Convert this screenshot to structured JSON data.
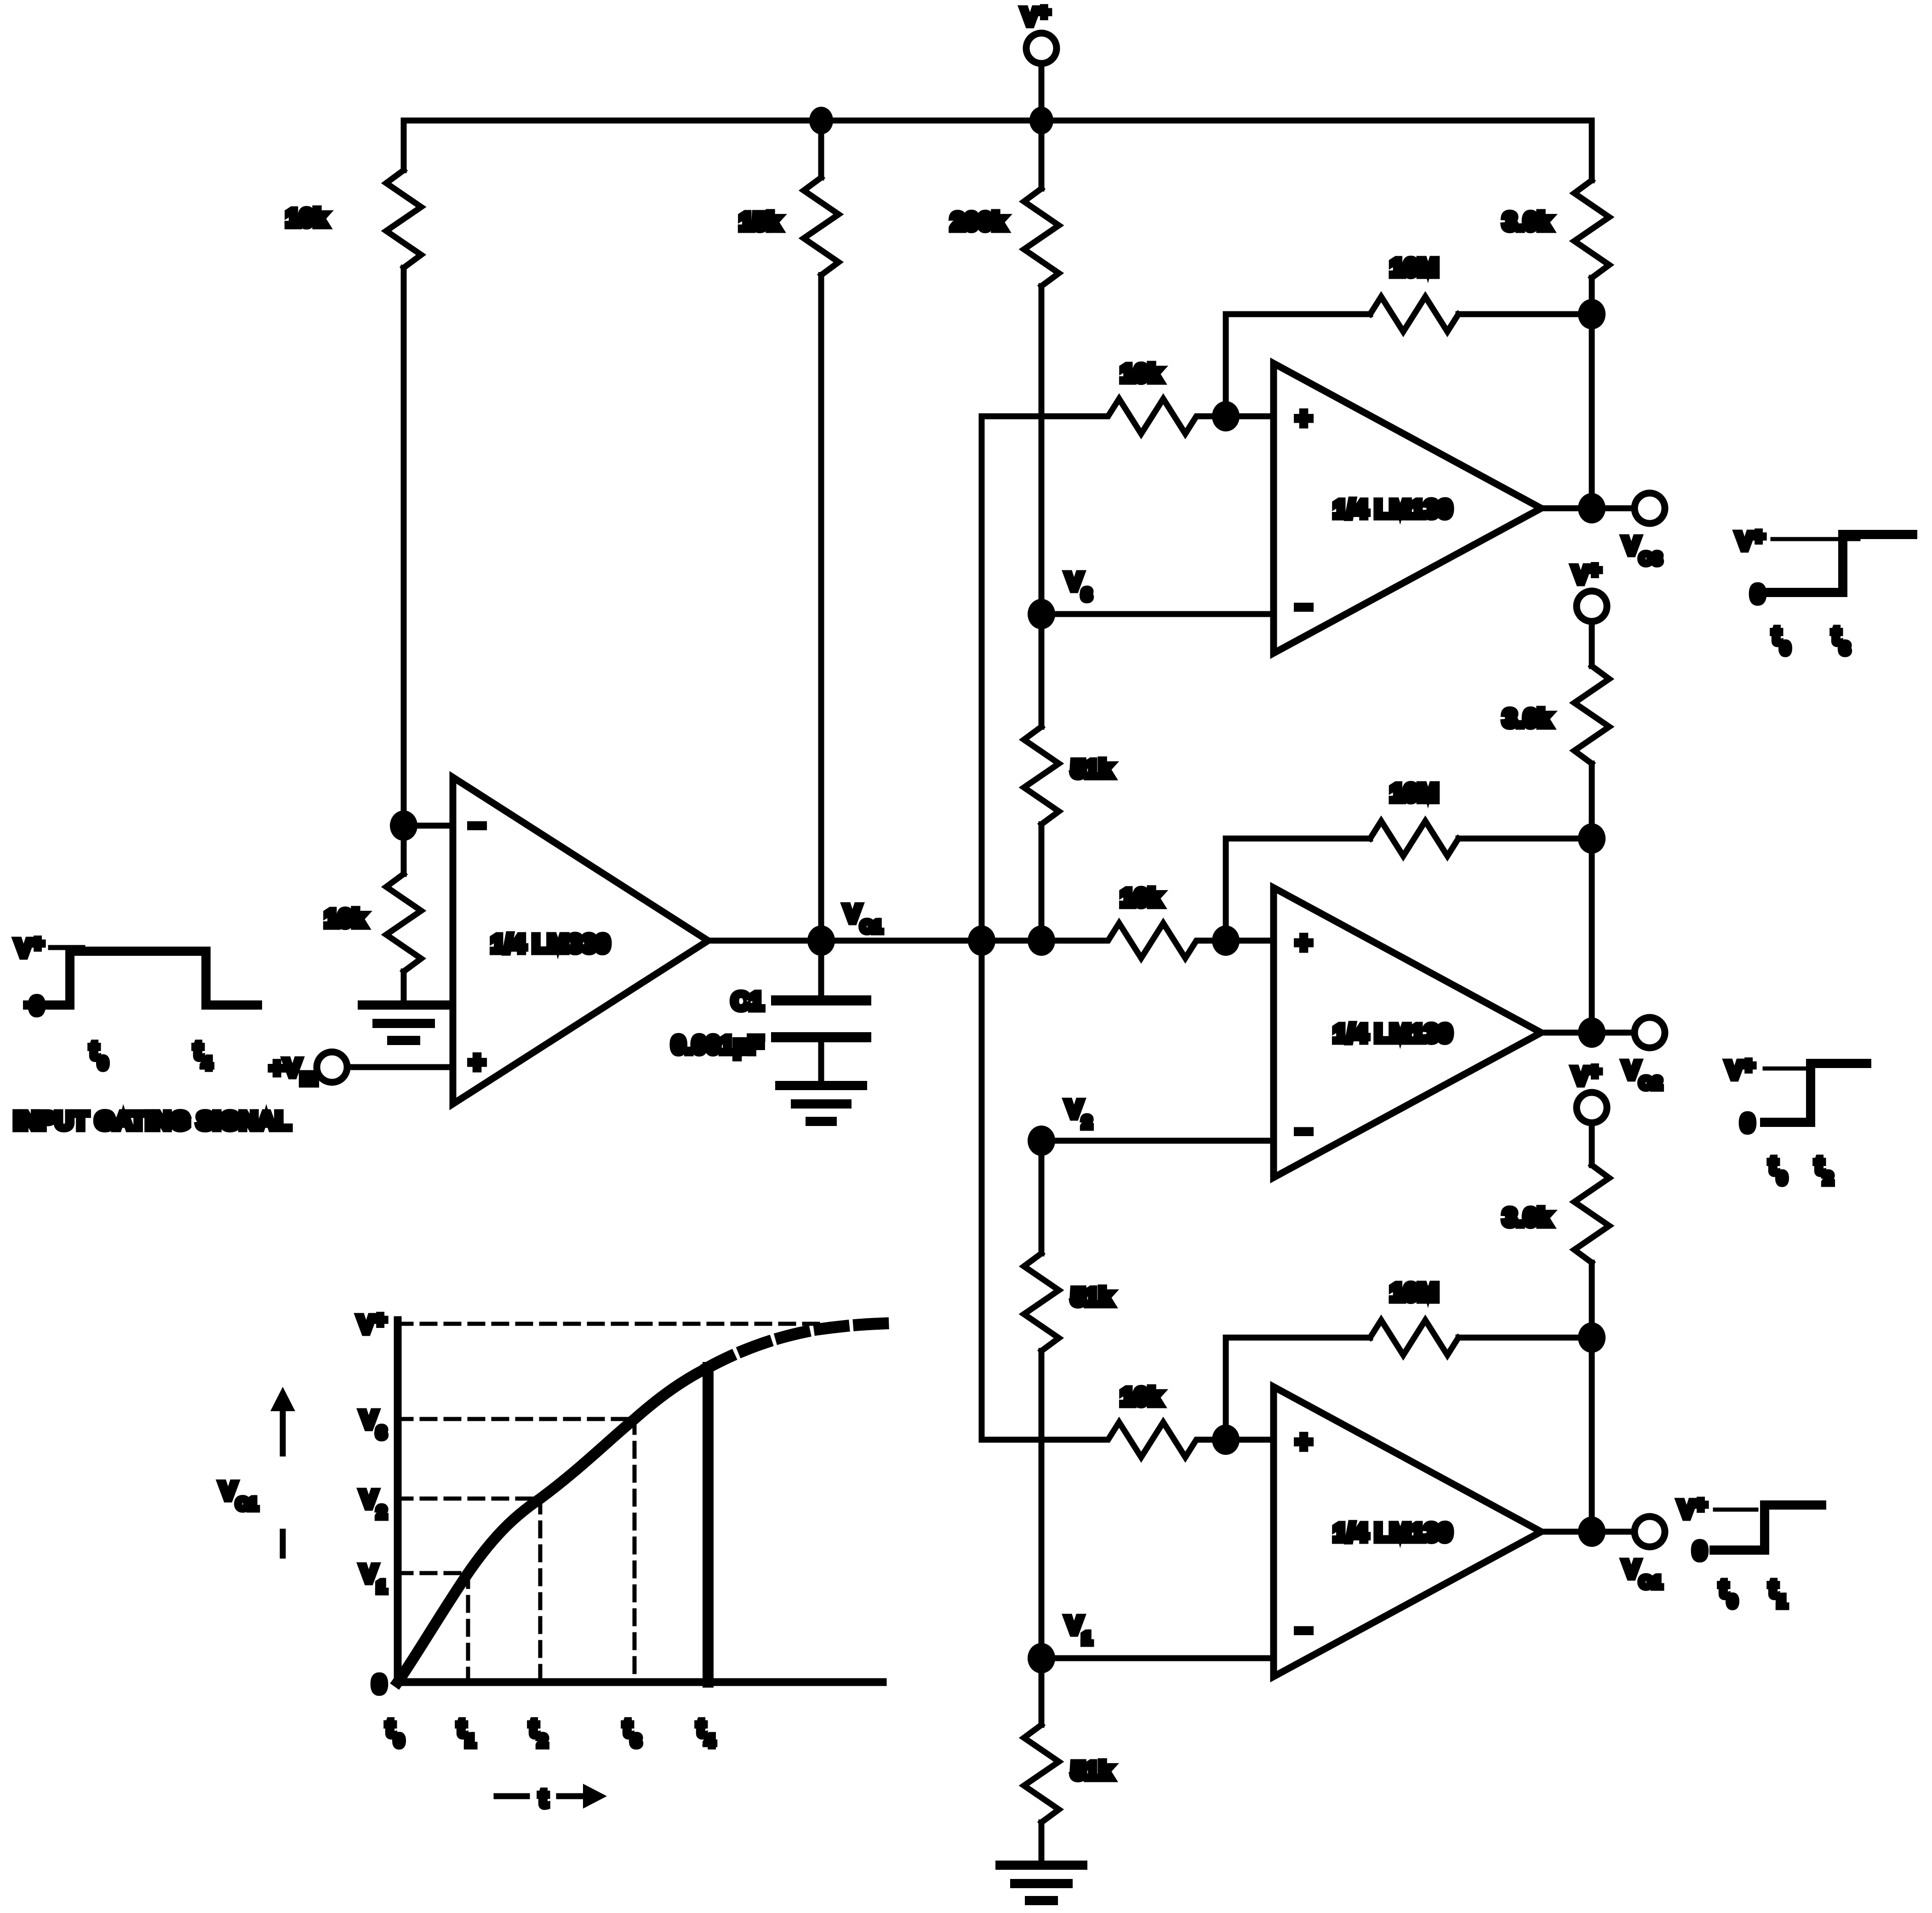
{
  "title": "Precision Timer / Sequential Timing Comparator Circuit",
  "supply": {
    "label": "V+",
    "ground_label": ""
  },
  "input": {
    "terminal_label": "+V",
    "terminal_sub": "IN",
    "gating_caption": "INPUT GATING SIGNAL",
    "gating_high": "V",
    "gating_high_sup": "+",
    "gating_low": "0",
    "gating_t_start": "t",
    "gating_t_start_sub": "0",
    "gating_t_end": "t",
    "gating_t_end_sub": "4"
  },
  "components": {
    "r_in_top": "10k",
    "r_in_bias": "10k",
    "r_15k": "15k",
    "r_200k": "200k",
    "r_div_1": "51k",
    "r_div_2": "51k",
    "r_div_3": "51k",
    "r_series_3": "10k",
    "r_series_2": "10k",
    "r_series_1": "10k",
    "r_fb_3": "10M",
    "r_fb_2": "10M",
    "r_fb_1": "10M",
    "r_pullup_3": "3.0k",
    "r_pullup_2": "3.0k",
    "r_pullup_1": "3.0k",
    "c1_name": "C1",
    "c1_value": "0.001µF"
  },
  "devices": {
    "u_ramp": "1/4 LM339",
    "u_comp3": "1/4 LM139",
    "u_comp2": "1/4 LM139",
    "u_comp1": "1/4 LM139"
  },
  "nodes": {
    "vc1": "V",
    "vc1_sub": "C1",
    "v3": "V",
    "v3_sub": "3",
    "v2": "V",
    "v2_sub": "2",
    "v1": "V",
    "v1_sub": "1",
    "vo3": "V",
    "vo3_sub": "O3",
    "vo2": "V",
    "vo2_sub": "O2",
    "vo1": "V",
    "vo1_sub": "O1"
  },
  "polarity": {
    "plus": "+",
    "minus": "−"
  },
  "output_waveforms": [
    {
      "name": "vo3-waveform",
      "high_label": "V",
      "high_sup": "+",
      "low_label": "0",
      "t_start": "t",
      "t_start_sub": "0",
      "t_edge": "t",
      "t_edge_sub": "3",
      "edge_fraction": 0.62
    },
    {
      "name": "vo2-waveform",
      "high_label": "V",
      "high_sup": "+",
      "low_label": "0",
      "t_start": "t",
      "t_start_sub": "0",
      "t_edge": "t",
      "t_edge_sub": "2",
      "edge_fraction": 0.52
    },
    {
      "name": "vo1-waveform",
      "high_label": "V",
      "high_sup": "+",
      "low_label": "0",
      "t_start": "t",
      "t_start_sub": "0",
      "t_edge": "t",
      "t_edge_sub": "1",
      "edge_fraction": 0.28
    }
  ],
  "chart_data": {
    "type": "line",
    "title": "",
    "xlabel": "t",
    "ylabel": "VC1",
    "ylabel_main": "V",
    "ylabel_sub": "C1",
    "x_axis_arrow": "→",
    "y_tick_labels": [
      "0",
      "V₁",
      "V₂",
      "V₃",
      "V⁺"
    ],
    "y_tick_values": [
      0,
      0.22,
      0.44,
      0.64,
      1.0
    ],
    "x_tick_labels": [
      "t₀",
      "t₁",
      "t₂",
      "t₃",
      "t₄"
    ],
    "x_tick_values": [
      0,
      0.225,
      0.45,
      0.65,
      0.91
    ],
    "series": [
      {
        "name": "VC1 charging ramp (solid)",
        "style": "solid",
        "x": [
          0.0,
          0.05,
          0.1,
          0.15,
          0.2,
          0.225,
          0.25,
          0.3,
          0.35,
          0.4,
          0.45,
          0.5,
          0.55,
          0.6,
          0.65,
          0.7,
          0.75,
          0.8,
          0.85,
          0.91
        ],
        "y": [
          0.0,
          0.051,
          0.1,
          0.147,
          0.192,
          0.22,
          0.235,
          0.276,
          0.316,
          0.353,
          0.44,
          0.462,
          0.505,
          0.572,
          0.64,
          0.672,
          0.7,
          0.727,
          0.752,
          0.79
        ]
      },
      {
        "name": "VC1 continuation to V+ (dashed)",
        "style": "dashed",
        "x": [
          0.91,
          1.0,
          1.1,
          1.2,
          1.3,
          1.4
        ],
        "y": [
          0.79,
          0.84,
          0.89,
          0.93,
          0.962,
          0.98
        ]
      }
    ],
    "discharge_edge": {
      "x": 0.91,
      "from": 0.79,
      "to": 0.0
    },
    "dashed_level_lines": [
      "V₁",
      "V₂",
      "V₃",
      "V⁺"
    ],
    "dashed_time_lines": [
      "t₁",
      "t₂",
      "t₃"
    ],
    "grid": false,
    "legend": "none",
    "xlim": [
      0,
      1.45
    ],
    "ylim": [
      0,
      1.05
    ]
  }
}
